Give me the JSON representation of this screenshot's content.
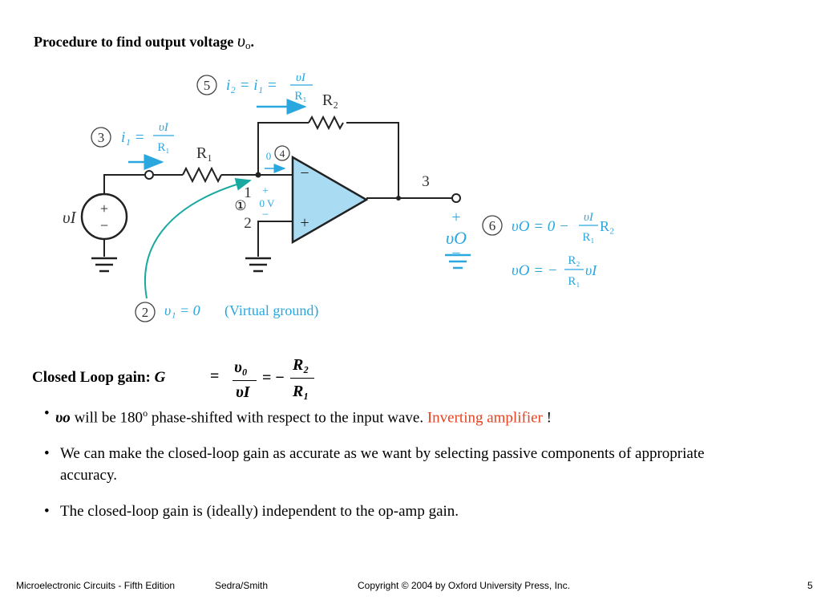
{
  "title": {
    "text": "Procedure to find output voltage ",
    "var": "υ",
    "sub": "o",
    "tail": "."
  },
  "circuit": {
    "step5": {
      "num": "5",
      "eq": "i₂ = i₁ =",
      "num_frac": "υI",
      "den_frac": "R₁"
    },
    "step3": {
      "num": "3",
      "eq": "i₁ =",
      "num_frac": "υI",
      "den_frac": "R₁"
    },
    "r1_label": "R₁",
    "r2_label": "R₂",
    "vi_label": "υI",
    "node4_num": "4",
    "zero_label": "0",
    "node1_num": "①",
    "zero_v": "0 V",
    "plus_small": "+",
    "minus_small": "−",
    "pin1": "1",
    "pin2": "2",
    "pin3": "3",
    "src_plus": "+",
    "src_minus": "−",
    "out_plus": "+",
    "out_minus": "−",
    "vo_label": "υO",
    "step6": {
      "num": "6",
      "eq1": "υO = 0 −",
      "frac1_num": "υI",
      "frac1_den": "R₁",
      "eq1_tail": "R₂",
      "eq2": "υO = −",
      "frac2_num": "R₂",
      "frac2_den": "R₁",
      "eq2_tail": "υI"
    },
    "step2": {
      "num": "2",
      "eq": "υ₁ = 0",
      "note": "(Virtual ground)"
    },
    "colors": {
      "blue": "#2aa7df",
      "opamp_fill": "#a9dcf2",
      "arrow": "#1aa9a0"
    }
  },
  "gain": {
    "label": "Closed Loop gain: ",
    "g": "G",
    "eq": "=",
    "num": "υ₀",
    "den": "υI",
    "eq2": "= −",
    "num2": "R₂",
    "den2": "R₁"
  },
  "bullets": [
    {
      "dot": "•",
      "var": "υo",
      "text": " will be 180",
      "sup": "o",
      "text2": " phase-shifted with respect to the input wave. ",
      "red": "Inverting amplifier",
      "tail": " !"
    },
    {
      "dot": "•",
      "text": "We can make the closed-loop gain as accurate as we want by selecting passive components of appropriate accuracy."
    },
    {
      "dot": "•",
      "text": "The closed-loop gain is (ideally) independent to the op-amp gain."
    }
  ],
  "footer": {
    "left": "Microelectronic Circuits - Fifth Edition",
    "authors": "Sedra/Smith",
    "copyright": "Copyright © 2004 by Oxford University Press, Inc.",
    "page": "5"
  }
}
